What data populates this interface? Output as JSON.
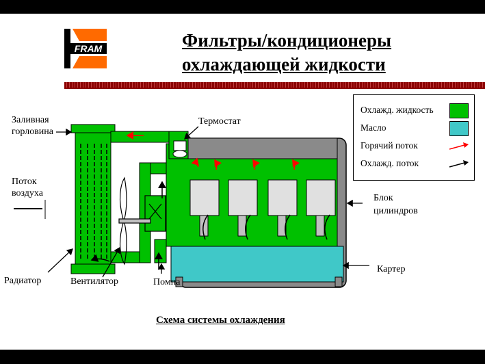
{
  "logo": {
    "text": "FRAM"
  },
  "title": {
    "line1": "Фильтры/кондиционеры",
    "line2": "охлаждающей жидкости"
  },
  "labels": {
    "filler_1": "Заливная",
    "filler_2": "горловина",
    "thermostat": "Термостат",
    "airflow_1": "Поток",
    "airflow_2": "воздуха",
    "block_1": "Блок",
    "block_2": "цилиндров",
    "radiator": "Радиатор",
    "fan": "Вентилятор",
    "pump": "Помпа",
    "crankcase": "Картер"
  },
  "legend": {
    "coolant": "Охлажд. жидкость",
    "oil": "Масло",
    "hot_flow": "Горячий поток",
    "cool_flow": "Охлажд. поток"
  },
  "caption": "Схема системы охлаждения",
  "colors": {
    "coolant": "#00c000",
    "oil": "#40c8c8",
    "hot_flow": "#ff0000",
    "cool_flow": "#000000",
    "divider": "#8b0000"
  }
}
